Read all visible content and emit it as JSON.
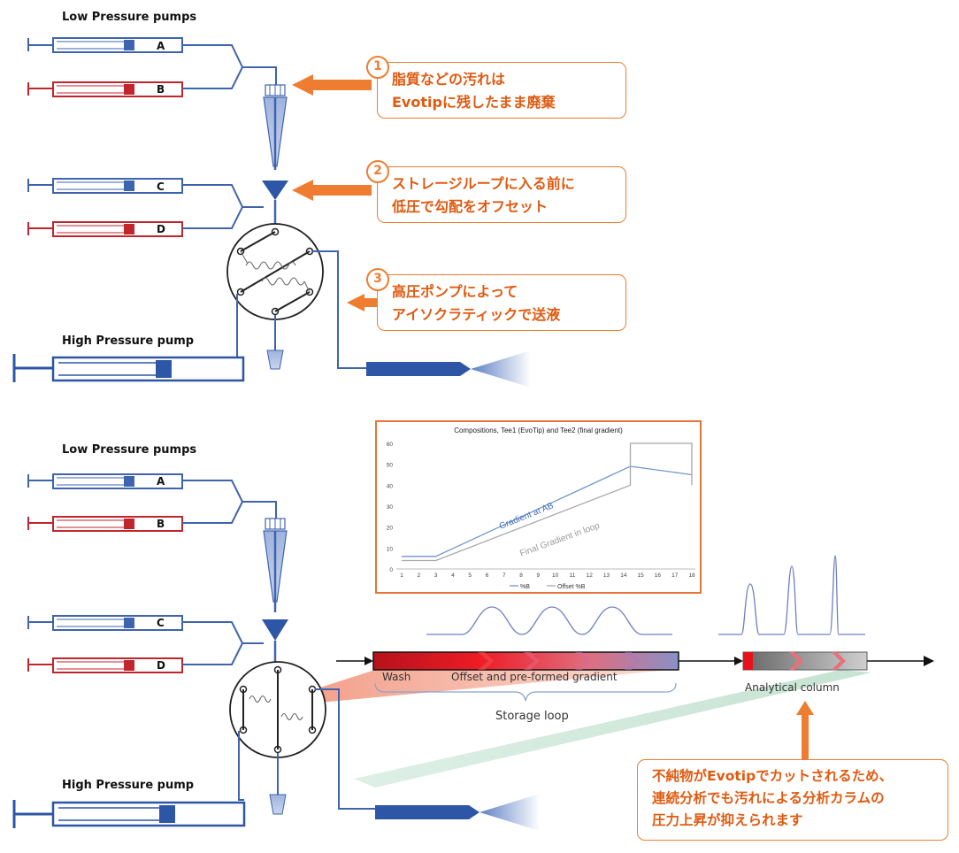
{
  "top_panel": {
    "low_pressure_label": "Low Pressure pumps",
    "high_pressure_label": "High Pressure pump",
    "syringes": [
      "A",
      "B",
      "C",
      "D"
    ]
  },
  "bottom_panel": {
    "low_pressure_label": "Low Pressure pumps",
    "high_pressure_label": "High Pressure pump",
    "syringes": [
      "A",
      "B",
      "C",
      "D"
    ],
    "wash_label": "Wash",
    "offset_label": "Offset and pre-formed gradient",
    "storage_loop_label": "Storage loop",
    "column_label": "Analytical column"
  },
  "callouts": [
    {
      "number": "1",
      "lines": [
        "脂質などの汚れは",
        "Evotipに残したまま廃棄"
      ]
    },
    {
      "number": "2",
      "lines": [
        "ストレージループに入る前に",
        "低圧で勾配をオフセット"
      ]
    },
    {
      "number": "3",
      "lines": [
        "高圧ポンプによって",
        "アイソクラティックで送液"
      ]
    }
  ],
  "bottom_callout": {
    "lines": [
      "不純物がEvotipでカットされるため、",
      "連続分析でも汚れによる分析カラムの",
      "圧力上昇が抑えられます"
    ]
  },
  "colors": {
    "blue": "#3f64ae",
    "dark_blue": "#2d56a6",
    "red": "#c0262c",
    "orange": "#ee7d31",
    "green": "#cfe6d8",
    "salmon": "#f08c73"
  },
  "chart_data": {
    "type": "line",
    "title": "Compositions, Tee1 (EvoTip) and Tee2 (final gradient)",
    "x": [
      1,
      2,
      3,
      4,
      5,
      6,
      7,
      8,
      9,
      10,
      11,
      12,
      13,
      14,
      15,
      16,
      17,
      18
    ],
    "xlim": [
      1,
      18
    ],
    "ylim": [
      0,
      60
    ],
    "yticks": [
      0,
      10,
      20,
      30,
      40,
      50,
      60
    ],
    "grid": false,
    "legend_position": "bottom",
    "series": [
      {
        "name": "%B",
        "color": "#6f95cf",
        "points": [
          [
            1,
            6
          ],
          [
            3,
            6
          ],
          [
            14.4,
            49
          ],
          [
            18,
            45
          ]
        ]
      },
      {
        "name": "Offset %B",
        "color": "#a8a8a8",
        "points": [
          [
            1,
            4
          ],
          [
            3,
            4
          ],
          [
            14.4,
            40
          ],
          [
            14.4,
            60
          ],
          [
            18,
            60
          ],
          [
            18,
            40
          ]
        ]
      }
    ],
    "annotations": [
      "Gradient at AB",
      "Final Gradient in loop"
    ]
  }
}
